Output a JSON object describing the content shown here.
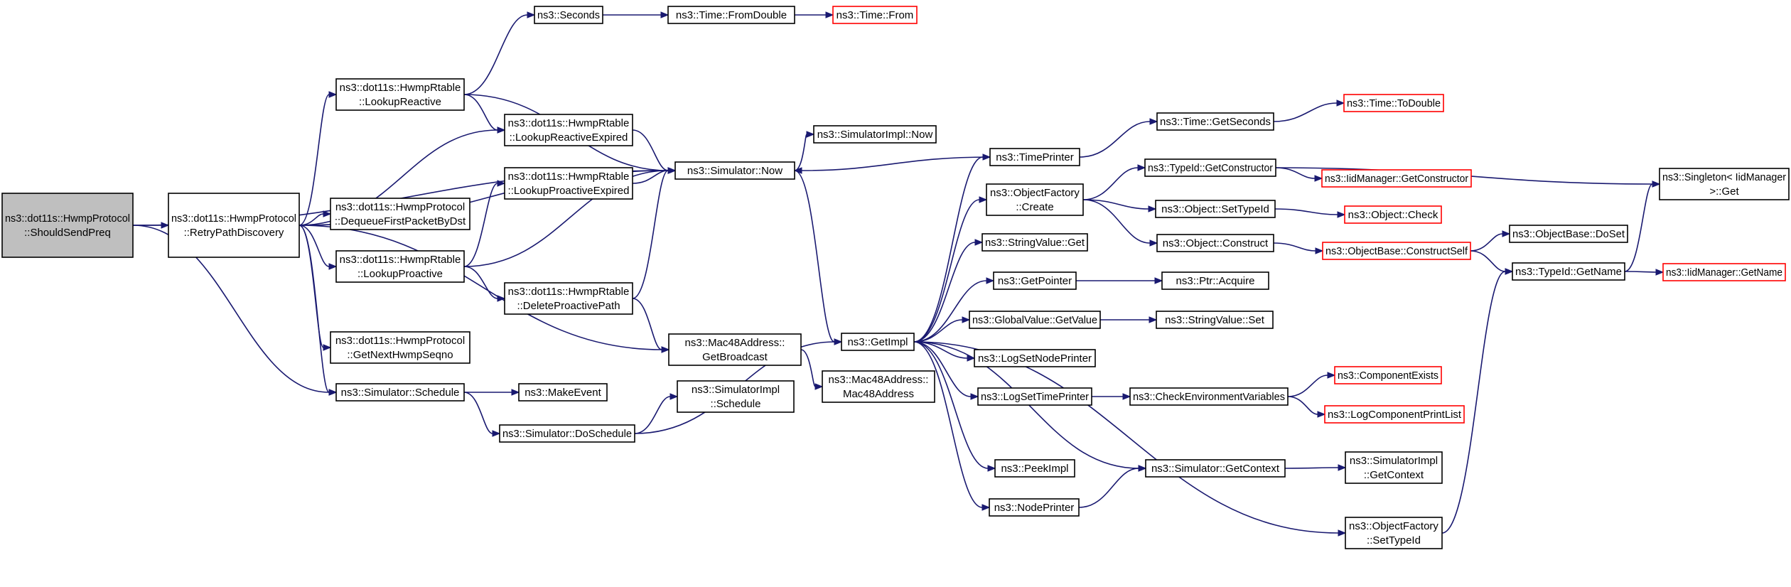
{
  "diagram": {
    "nodes": [
      {
        "id": "root",
        "lines": [
          "ns3::dot11s::HwmpProtocol",
          "::ShouldSendPreq"
        ],
        "style": "root"
      },
      {
        "id": "retry",
        "lines": [
          "ns3::dot11s::HwmpProtocol",
          "::RetryPathDiscovery"
        ],
        "style": "normal"
      },
      {
        "id": "lookupReactive",
        "lines": [
          "ns3::dot11s::HwmpRtable",
          "::LookupReactive"
        ],
        "style": "normal"
      },
      {
        "id": "dequeue",
        "lines": [
          "ns3::dot11s::HwmpProtocol",
          "::DequeueFirstPacketByDst"
        ],
        "style": "normal"
      },
      {
        "id": "lookupProactive",
        "lines": [
          "ns3::dot11s::HwmpRtable",
          "::LookupProactive"
        ],
        "style": "normal"
      },
      {
        "id": "getNextSeq",
        "lines": [
          "ns3::dot11s::HwmpProtocol",
          "::GetNextHwmpSeqno"
        ],
        "style": "normal"
      },
      {
        "id": "schedule",
        "lines": [
          "ns3::Simulator::Schedule"
        ],
        "style": "normal"
      },
      {
        "id": "seconds",
        "lines": [
          "ns3::Seconds"
        ],
        "style": "normal"
      },
      {
        "id": "lookupReactiveExpired",
        "lines": [
          "ns3::dot11s::HwmpRtable",
          "::LookupReactiveExpired"
        ],
        "style": "normal"
      },
      {
        "id": "lookupProactiveExpired",
        "lines": [
          "ns3::dot11s::HwmpRtable",
          "::LookupProactiveExpired"
        ],
        "style": "normal"
      },
      {
        "id": "deleteProactive",
        "lines": [
          "ns3::dot11s::HwmpRtable",
          "::DeleteProactivePath"
        ],
        "style": "normal"
      },
      {
        "id": "makeEvent",
        "lines": [
          "ns3::MakeEvent"
        ],
        "style": "normal"
      },
      {
        "id": "doSchedule",
        "lines": [
          "ns3::Simulator::DoSchedule"
        ],
        "style": "normal"
      },
      {
        "id": "fromDouble",
        "lines": [
          "ns3::Time::FromDouble"
        ],
        "style": "normal"
      },
      {
        "id": "simNow",
        "lines": [
          "ns3::Simulator::Now"
        ],
        "style": "normal"
      },
      {
        "id": "getBroadcast",
        "lines": [
          "ns3::Mac48Address::",
          "GetBroadcast"
        ],
        "style": "normal"
      },
      {
        "id": "implSchedule",
        "lines": [
          "ns3::SimulatorImpl",
          "::Schedule"
        ],
        "style": "normal"
      },
      {
        "id": "timeFrom",
        "lines": [
          "ns3::Time::From"
        ],
        "style": "missing"
      },
      {
        "id": "implNow",
        "lines": [
          "ns3::SimulatorImpl::Now"
        ],
        "style": "normal"
      },
      {
        "id": "getImpl",
        "lines": [
          "ns3::GetImpl"
        ],
        "style": "normal"
      },
      {
        "id": "mac48ctor",
        "lines": [
          "ns3::Mac48Address::",
          "Mac48Address"
        ],
        "style": "normal"
      },
      {
        "id": "timePrinter",
        "lines": [
          "ns3::TimePrinter"
        ],
        "style": "normal"
      },
      {
        "id": "objFactoryCreate",
        "lines": [
          "ns3::ObjectFactory",
          "::Create"
        ],
        "style": "normal"
      },
      {
        "id": "stringValueGet",
        "lines": [
          "ns3::StringValue::Get"
        ],
        "style": "normal"
      },
      {
        "id": "getPointer",
        "lines": [
          "ns3::GetPointer"
        ],
        "style": "normal"
      },
      {
        "id": "globalValueGet",
        "lines": [
          "ns3::GlobalValue::GetValue"
        ],
        "style": "normal"
      },
      {
        "id": "logSetNode",
        "lines": [
          "ns3::LogSetNodePrinter"
        ],
        "style": "normal"
      },
      {
        "id": "logSetTime",
        "lines": [
          "ns3::LogSetTimePrinter"
        ],
        "style": "normal"
      },
      {
        "id": "peekImpl",
        "lines": [
          "ns3::PeekImpl"
        ],
        "style": "normal"
      },
      {
        "id": "nodePrinter",
        "lines": [
          "ns3::NodePrinter"
        ],
        "style": "normal"
      },
      {
        "id": "getSeconds",
        "lines": [
          "ns3::Time::GetSeconds"
        ],
        "style": "normal"
      },
      {
        "id": "typeIdGetCtor",
        "lines": [
          "ns3::TypeId::GetConstructor"
        ],
        "style": "normal"
      },
      {
        "id": "objSetTypeId",
        "lines": [
          "ns3::Object::SetTypeId"
        ],
        "style": "normal"
      },
      {
        "id": "objConstruct",
        "lines": [
          "ns3::Object::Construct"
        ],
        "style": "normal"
      },
      {
        "id": "ptrAcquire",
        "lines": [
          "ns3::Ptr::Acquire"
        ],
        "style": "normal"
      },
      {
        "id": "stringValueSet",
        "lines": [
          "ns3::StringValue::Set"
        ],
        "style": "normal"
      },
      {
        "id": "checkEnv",
        "lines": [
          "ns3::CheckEnvironmentVariables"
        ],
        "style": "normal"
      },
      {
        "id": "simGetContext",
        "lines": [
          "ns3::Simulator::GetContext"
        ],
        "style": "normal"
      },
      {
        "id": "objFactorySetTypeId",
        "lines": [
          "ns3::ObjectFactory",
          "::SetTypeId"
        ],
        "style": "normal"
      },
      {
        "id": "toDouble",
        "lines": [
          "ns3::Time::ToDouble"
        ],
        "style": "missing"
      },
      {
        "id": "iidGetCtor",
        "lines": [
          "ns3::IidManager::GetConstructor"
        ],
        "style": "missing"
      },
      {
        "id": "objCheck",
        "lines": [
          "ns3::Object::Check"
        ],
        "style": "missing"
      },
      {
        "id": "constructSelf",
        "lines": [
          "ns3::ObjectBase::ConstructSelf"
        ],
        "style": "missing"
      },
      {
        "id": "componentExists",
        "lines": [
          "ns3::ComponentExists"
        ],
        "style": "missing"
      },
      {
        "id": "logComponentPrintList",
        "lines": [
          "ns3::LogComponentPrintList"
        ],
        "style": "missing"
      },
      {
        "id": "implGetContext",
        "lines": [
          "ns3::SimulatorImpl",
          "::GetContext"
        ],
        "style": "normal"
      },
      {
        "id": "objBaseDoSet",
        "lines": [
          "ns3::ObjectBase::DoSet"
        ],
        "style": "normal"
      },
      {
        "id": "typeIdGetName",
        "lines": [
          "ns3::TypeId::GetName"
        ],
        "style": "normal"
      },
      {
        "id": "singletonGet",
        "lines": [
          "ns3::Singleton< IidManager",
          " >::Get"
        ],
        "style": "normal"
      },
      {
        "id": "iidGetName",
        "lines": [
          "ns3::IidManager::GetName"
        ],
        "style": "missing"
      }
    ],
    "edges": [
      {
        "from": "root",
        "to": "retry"
      },
      {
        "from": "root",
        "to": "simNow"
      },
      {
        "from": "root",
        "to": "schedule"
      },
      {
        "from": "retry",
        "to": "lookupReactive"
      },
      {
        "from": "retry",
        "to": "lookupReactiveExpired"
      },
      {
        "from": "retry",
        "to": "simNow"
      },
      {
        "from": "retry",
        "to": "dequeue"
      },
      {
        "from": "retry",
        "to": "lookupProactive"
      },
      {
        "from": "retry",
        "to": "getNextSeq"
      },
      {
        "from": "retry",
        "to": "schedule"
      },
      {
        "from": "retry",
        "to": "getBroadcast"
      },
      {
        "from": "lookupReactive",
        "to": "seconds"
      },
      {
        "from": "lookupReactive",
        "to": "lookupReactiveExpired"
      },
      {
        "from": "lookupReactive",
        "to": "simNow"
      },
      {
        "from": "lookupReactiveExpired",
        "to": "simNow"
      },
      {
        "from": "lookupProactive",
        "to": "lookupProactiveExpired"
      },
      {
        "from": "lookupProactive",
        "to": "simNow"
      },
      {
        "from": "lookupProactive",
        "to": "deleteProactive"
      },
      {
        "from": "lookupProactiveExpired",
        "to": "simNow"
      },
      {
        "from": "deleteProactive",
        "to": "simNow"
      },
      {
        "from": "deleteProactive",
        "to": "getBroadcast"
      },
      {
        "from": "seconds",
        "to": "fromDouble"
      },
      {
        "from": "fromDouble",
        "to": "timeFrom"
      },
      {
        "from": "schedule",
        "to": "makeEvent"
      },
      {
        "from": "schedule",
        "to": "doSchedule"
      },
      {
        "from": "doSchedule",
        "to": "implSchedule"
      },
      {
        "from": "doSchedule",
        "to": "getImpl"
      },
      {
        "from": "simNow",
        "to": "implNow"
      },
      {
        "from": "simNow",
        "to": "getImpl"
      },
      {
        "from": "getBroadcast",
        "to": "mac48ctor"
      },
      {
        "from": "timePrinter",
        "to": "simNow"
      },
      {
        "from": "timePrinter",
        "to": "getSeconds"
      },
      {
        "from": "getSeconds",
        "to": "toDouble"
      },
      {
        "from": "getImpl",
        "to": "timePrinter"
      },
      {
        "from": "getImpl",
        "to": "objFactoryCreate"
      },
      {
        "from": "getImpl",
        "to": "stringValueGet"
      },
      {
        "from": "getImpl",
        "to": "getPointer"
      },
      {
        "from": "getImpl",
        "to": "globalValueGet"
      },
      {
        "from": "getImpl",
        "to": "logSetNode"
      },
      {
        "from": "getImpl",
        "to": "logSetTime"
      },
      {
        "from": "getImpl",
        "to": "peekImpl"
      },
      {
        "from": "getImpl",
        "to": "nodePrinter"
      },
      {
        "from": "getImpl",
        "to": "simGetContext"
      },
      {
        "from": "getImpl",
        "to": "objFactorySetTypeId"
      },
      {
        "from": "objFactoryCreate",
        "to": "typeIdGetCtor"
      },
      {
        "from": "objFactoryCreate",
        "to": "objSetTypeId"
      },
      {
        "from": "objFactoryCreate",
        "to": "objConstruct"
      },
      {
        "from": "typeIdGetCtor",
        "to": "iidGetCtor"
      },
      {
        "from": "typeIdGetCtor",
        "to": "singletonGet"
      },
      {
        "from": "objSetTypeId",
        "to": "objCheck"
      },
      {
        "from": "objConstruct",
        "to": "constructSelf"
      },
      {
        "from": "constructSelf",
        "to": "objBaseDoSet"
      },
      {
        "from": "constructSelf",
        "to": "typeIdGetName"
      },
      {
        "from": "typeIdGetName",
        "to": "singletonGet"
      },
      {
        "from": "typeIdGetName",
        "to": "iidGetName"
      },
      {
        "from": "getPointer",
        "to": "ptrAcquire"
      },
      {
        "from": "globalValueGet",
        "to": "stringValueSet"
      },
      {
        "from": "logSetTime",
        "to": "checkEnv"
      },
      {
        "from": "checkEnv",
        "to": "componentExists"
      },
      {
        "from": "checkEnv",
        "to": "logComponentPrintList"
      },
      {
        "from": "nodePrinter",
        "to": "simGetContext"
      },
      {
        "from": "simGetContext",
        "to": "implGetContext"
      },
      {
        "from": "objFactorySetTypeId",
        "to": "typeIdGetName"
      }
    ]
  }
}
